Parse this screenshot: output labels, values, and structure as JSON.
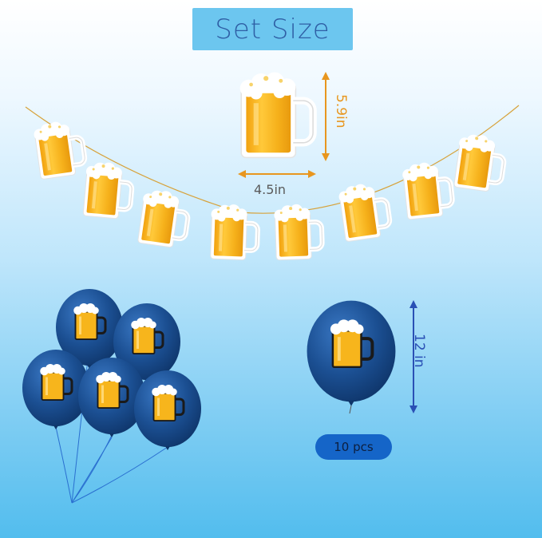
{
  "title": "Set Size",
  "mug_width_label": "4.5in",
  "mug_height_label": "5.9in",
  "balloon_size_label": "12 in",
  "balloon_count_label": "10 pcs",
  "colors": {
    "title_badge": "#6cc6ef",
    "title_text": "#2f5fa5",
    "beer": "#f7b51c",
    "foam": "#ffffff",
    "balloon": "#1a4f8f",
    "width_arrow": "#e8961e",
    "balloon_arrow": "#2a50b5",
    "pcs_badge": "#1565c8"
  },
  "icons": [
    "beer-mug-icon",
    "balloon-icon",
    "arrow-icon"
  ]
}
